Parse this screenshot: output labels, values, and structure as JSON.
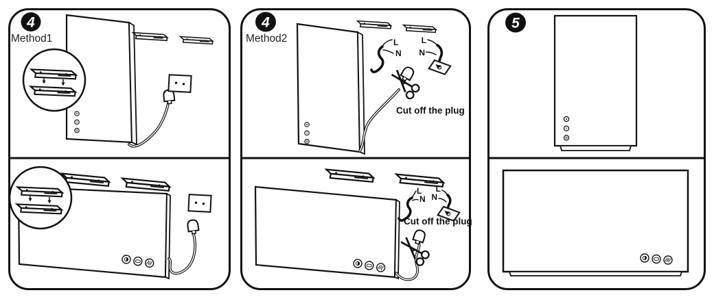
{
  "figure": {
    "background": "#ffffff",
    "line_color": "#111111"
  },
  "labels": {
    "live_wire": "L",
    "neutral_wire": "N",
    "cut_plug_instruction": "Cut off the plug"
  },
  "panels": [
    {
      "step": "4",
      "method": "Method1"
    },
    {
      "step": "4",
      "method": "Method2"
    },
    {
      "step": "5"
    }
  ],
  "icons": {
    "mirror_control_buttons": [
      "light-icon",
      "defog-icon",
      "demist-icon"
    ]
  }
}
